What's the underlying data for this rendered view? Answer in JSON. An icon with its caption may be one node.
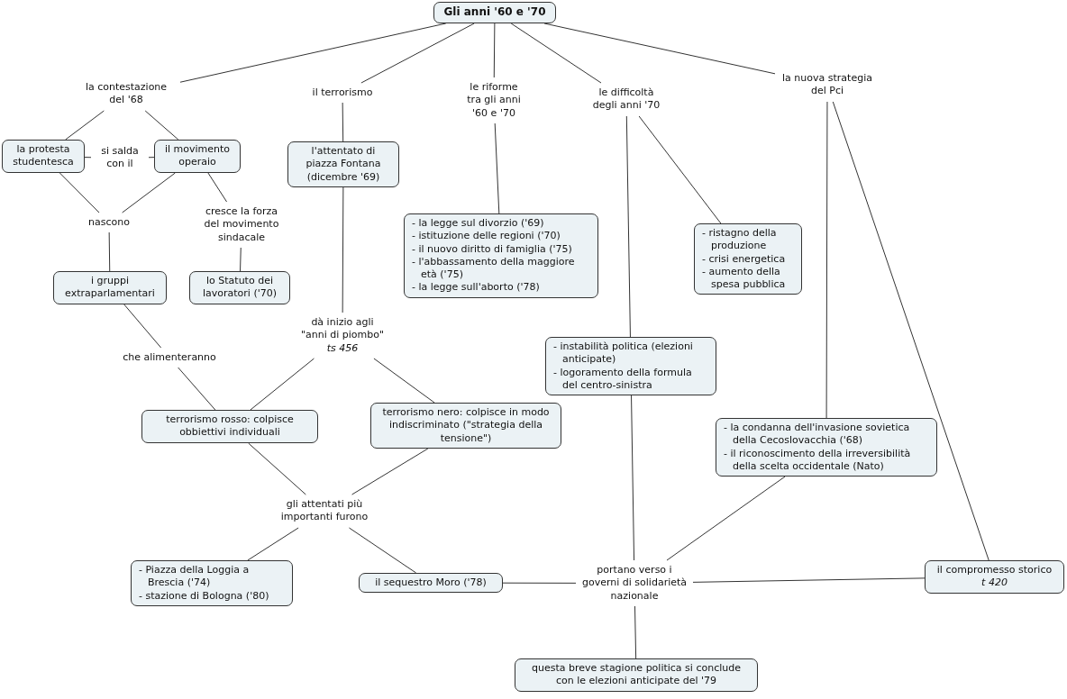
{
  "diagram": {
    "nodes": [
      {
        "text": [
          "Gli anni '60 e '70"
        ]
      },
      {
        "text": [
          "la contestazione del '68"
        ]
      },
      {
        "text": [
          "il terrorismo"
        ]
      },
      {
        "text": [
          "le riforme tra gli anni '60 e '70"
        ]
      },
      {
        "text": [
          "le difficoltà degli anni '70"
        ]
      },
      {
        "text": [
          "la nuova strategia del Pci"
        ]
      },
      {
        "text": [
          "la protesta studentesca"
        ]
      },
      {
        "text": [
          "si salda con il"
        ]
      },
      {
        "text": [
          "il movimento operaio"
        ]
      },
      {
        "text": [
          "nascono"
        ]
      },
      {
        "text": [
          "cresce la forza del movimento sindacale"
        ]
      },
      {
        "text": [
          "i gruppi extraparlamentari"
        ]
      },
      {
        "text": [
          "lo Statuto dei lavoratori ('70)"
        ]
      },
      {
        "text": [
          "l'attentato di piazza Fontana (dicembre '69)"
        ]
      },
      {
        "text": [
          "- la legge sul divorzio ('69)",
          "- istituzione delle regioni ('70)",
          "- il nuovo diritto di famiglia ('75)",
          "- l'abbassamento della maggiore età ('75)",
          "- la legge sull'aborto ('78)"
        ]
      },
      {
        "text": [
          "- ristagno della produzione",
          "- crisi energetica",
          "- aumento della spesa pubblica"
        ]
      },
      {
        "text": [
          "dà inizio agli \"anni di piombo\"",
          "ts 456"
        ]
      },
      {
        "text": [
          "che alimenteranno"
        ]
      },
      {
        "text": [
          "terrorismo rosso: colpisce obbiettivi individuali"
        ]
      },
      {
        "text": [
          "terrorismo nero: colpisce in modo indiscriminato (\"strategia della tensione\")"
        ]
      },
      {
        "text": [
          "- instabilità politica (elezioni anticipate)",
          "- logoramento della formula del centro-sinistra"
        ]
      },
      {
        "text": [
          "- la condanna dell'invasione sovietica della Cecoslovacchia ('68)",
          "- il riconoscimento della irreversibilità della scelta occidentale (Nato)"
        ]
      },
      {
        "text": [
          "gli attentati più importanti furono"
        ]
      },
      {
        "text": [
          "- Piazza della Loggia a Brescia ('74)",
          "- stazione di Bologna ('80)"
        ]
      },
      {
        "text": [
          "il sequestro Moro ('78)"
        ]
      },
      {
        "text": [
          "portano verso i governi di solidarietà nazionale"
        ]
      },
      {
        "text": [
          "il compromesso storico",
          "t 420"
        ]
      },
      {
        "text": [
          "questa breve stagione politica si conclude con le elezioni anticipate del '79"
        ]
      }
    ],
    "edges": [
      {
        "from": 0,
        "to": 1,
        "arrow": "none"
      },
      {
        "from": 0,
        "to": 2,
        "arrow": "none"
      },
      {
        "from": 0,
        "to": 3,
        "arrow": "none"
      },
      {
        "from": 0,
        "to": 4,
        "arrow": "none"
      },
      {
        "from": 0,
        "to": 5,
        "arrow": "none"
      },
      {
        "from": 1,
        "to": 6,
        "arrow": "none"
      },
      {
        "from": 1,
        "to": 8,
        "arrow": "none"
      },
      {
        "from": 6,
        "to": 7,
        "arrow": "none"
      },
      {
        "from": 7,
        "to": 8,
        "arrow": "none"
      },
      {
        "from": 6,
        "to": 9,
        "arrow": "none"
      },
      {
        "from": 8,
        "to": 9,
        "arrow": "none"
      },
      {
        "from": 8,
        "to": 10,
        "arrow": "none"
      },
      {
        "from": 9,
        "to": 11,
        "arrow": "none"
      },
      {
        "from": 10,
        "to": 12,
        "arrow": "none"
      },
      {
        "from": 2,
        "to": 13,
        "arrow": "none"
      },
      {
        "from": 13,
        "to": 16,
        "arrow": "none"
      },
      {
        "from": 3,
        "to": 14,
        "arrow": "none"
      },
      {
        "from": 4,
        "to": 20,
        "arrow": "none"
      },
      {
        "from": 4,
        "to": 15,
        "arrow": "none"
      },
      {
        "from": 5,
        "to": 21,
        "arrow": "none"
      },
      {
        "from": 5,
        "to": 26,
        "arrow": "none"
      },
      {
        "from": 11,
        "to": 17,
        "arrow": "none"
      },
      {
        "from": 17,
        "to": 18,
        "arrow": "none"
      },
      {
        "from": 16,
        "to": 18,
        "arrow": "none"
      },
      {
        "from": 16,
        "to": 19,
        "arrow": "none"
      },
      {
        "from": 18,
        "to": 22,
        "arrow": "none"
      },
      {
        "from": 19,
        "to": 22,
        "arrow": "none"
      },
      {
        "from": 22,
        "to": 23,
        "arrow": "none"
      },
      {
        "from": 22,
        "to": 24,
        "arrow": "none"
      },
      {
        "from": 24,
        "to": 25,
        "arrow": "none"
      },
      {
        "from": 20,
        "to": 25,
        "arrow": "none"
      },
      {
        "from": 21,
        "to": 25,
        "arrow": "none"
      },
      {
        "from": 26,
        "to": 25,
        "arrow": "none"
      },
      {
        "from": 25,
        "to": 27,
        "arrow": "none"
      }
    ]
  }
}
